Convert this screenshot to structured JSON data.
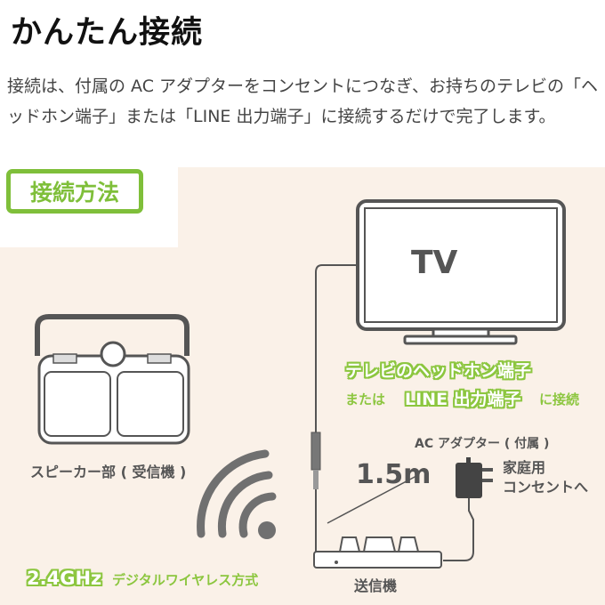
{
  "header": {
    "title": "かんたん接続",
    "description": "接続は、付属の AC アダプターをコンセントにつなぎ、お持ちのテレビの「ヘッドホン端子」または「LINE 出力端子」に接続するだけで完了します。"
  },
  "diagram": {
    "badge": "接続方法",
    "tv_label": "TV",
    "tv_jack_line1": "テレビのヘッドホン端子",
    "tv_jack_or": "または",
    "tv_jack_line2": "LINE 出力端子",
    "tv_jack_connect": "に接続",
    "speaker_label": "スピーカー部 ( 受信機 )",
    "adapter_label": "AC アダプター ( 付属 )",
    "outlet_label": "家庭用\nコンセントへ",
    "cable_length": "1.5m",
    "sender_label": "送信機",
    "frequency": "2.4GHz",
    "wireless_label": "デジタルワイヤレス方式",
    "colors": {
      "accent_green": "#8cc63f",
      "panel_beige": "#faf1e8",
      "device_gray": "#5a5a5a"
    }
  }
}
